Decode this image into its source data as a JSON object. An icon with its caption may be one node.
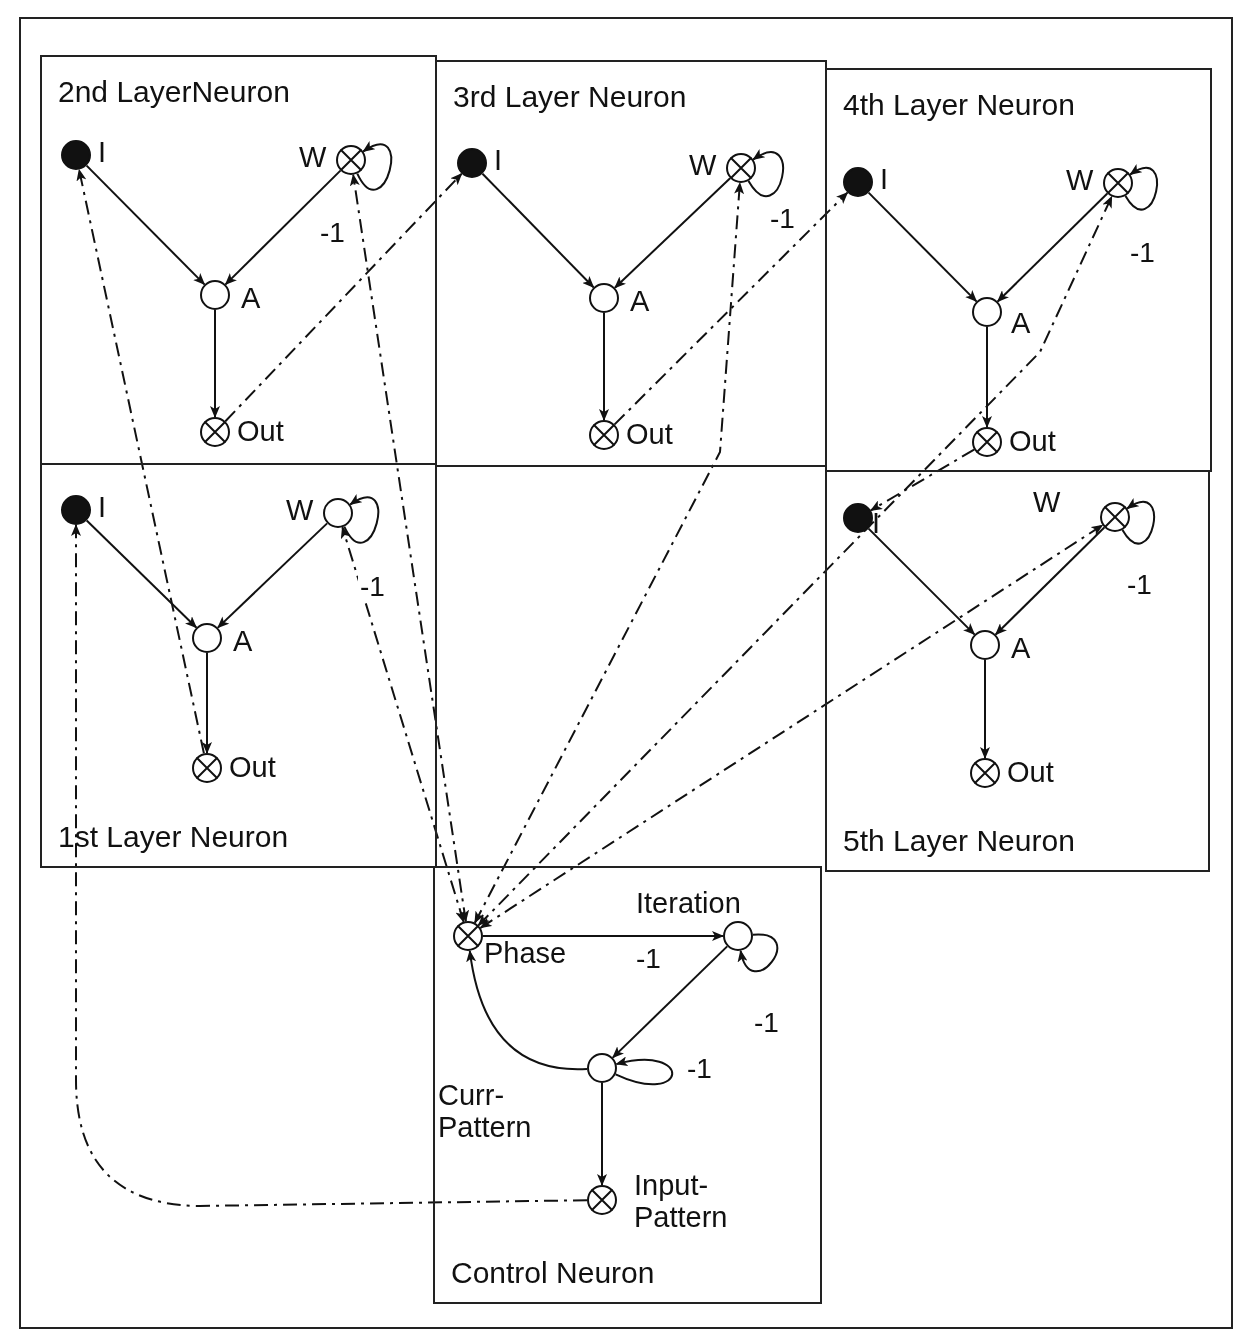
{
  "diagram": {
    "nodes": [
      {
        "text": [
          "2nd LayerNeuron"
        ]
      },
      {
        "text": [],
        "shape": "circle",
        "beside": [
          "I"
        ],
        "in": 0
      },
      {
        "text": [],
        "shape": "circle",
        "beside": [
          "W"
        ],
        "in": 0
      },
      {
        "text": [],
        "shape": "circle",
        "beside": [
          "A"
        ],
        "in": 0
      },
      {
        "text": [],
        "shape": "circle",
        "beside": [
          "Out"
        ],
        "in": 0
      },
      {
        "text": [
          "3rd Layer Neuron"
        ]
      },
      {
        "text": [],
        "shape": "circle",
        "beside": [
          "I"
        ],
        "in": 5
      },
      {
        "text": [],
        "shape": "circle",
        "beside": [
          "W"
        ],
        "in": 5
      },
      {
        "text": [],
        "shape": "circle",
        "beside": [
          "A"
        ],
        "in": 5
      },
      {
        "text": [],
        "shape": "circle",
        "beside": [
          "Out"
        ],
        "in": 5
      },
      {
        "text": [
          "4th Layer Neuron"
        ]
      },
      {
        "text": [],
        "shape": "circle",
        "beside": [
          "I"
        ],
        "in": 10
      },
      {
        "text": [],
        "shape": "circle",
        "beside": [
          "W"
        ],
        "in": 10
      },
      {
        "text": [],
        "shape": "circle",
        "beside": [
          "A"
        ],
        "in": 10
      },
      {
        "text": [],
        "shape": "circle",
        "beside": [
          "Out"
        ],
        "in": 10
      },
      {
        "text": [
          "1st Layer Neuron"
        ]
      },
      {
        "text": [],
        "shape": "circle",
        "beside": [
          "I"
        ],
        "in": 15
      },
      {
        "text": [],
        "shape": "circle",
        "beside": [
          "W"
        ],
        "in": 15
      },
      {
        "text": [],
        "shape": "circle",
        "beside": [
          "A"
        ],
        "in": 15
      },
      {
        "text": [],
        "shape": "circle",
        "beside": [
          "Out"
        ],
        "in": 15
      },
      {
        "text": [
          "5th Layer Neuron"
        ]
      },
      {
        "text": [],
        "shape": "circle",
        "beside": [
          "I"
        ],
        "in": 20
      },
      {
        "text": [],
        "shape": "circle",
        "beside": [
          "W"
        ],
        "in": 20
      },
      {
        "text": [],
        "shape": "circle",
        "beside": [
          "A"
        ],
        "in": 20
      },
      {
        "text": [],
        "shape": "circle",
        "beside": [
          "Out"
        ],
        "in": 20
      },
      {
        "text": [
          "Control Neuron"
        ]
      },
      {
        "text": [],
        "shape": "circle",
        "beside": [
          "Phase"
        ],
        "in": 25
      },
      {
        "text": [],
        "shape": "circle",
        "beside": [
          "Iteration"
        ],
        "in": 25
      },
      {
        "text": [],
        "shape": "circle",
        "beside": [
          "Curr- Pattern"
        ],
        "in": 25
      },
      {
        "text": [],
        "shape": "circle",
        "beside": [
          "Input- Pattern"
        ],
        "in": 25
      }
    ],
    "edges": [
      {
        "from": 1,
        "to": 3,
        "arrow": "to"
      },
      {
        "from": 2,
        "to": 3,
        "arrow": "to"
      },
      {
        "from": 3,
        "to": 4,
        "arrow": "to"
      },
      {
        "from": 2,
        "to": 2,
        "arrow": "to",
        "label": "-1"
      },
      {
        "from": 6,
        "to": 8,
        "arrow": "to"
      },
      {
        "from": 7,
        "to": 8,
        "arrow": "to"
      },
      {
        "from": 8,
        "to": 9,
        "arrow": "to"
      },
      {
        "from": 7,
        "to": 7,
        "arrow": "to",
        "label": "-1"
      },
      {
        "from": 11,
        "to": 13,
        "arrow": "to"
      },
      {
        "from": 12,
        "to": 13,
        "arrow": "to"
      },
      {
        "from": 13,
        "to": 14,
        "arrow": "to"
      },
      {
        "from": 12,
        "to": 12,
        "arrow": "to",
        "label": "-1"
      },
      {
        "from": 16,
        "to": 18,
        "arrow": "to"
      },
      {
        "from": 17,
        "to": 18,
        "arrow": "to"
      },
      {
        "from": 18,
        "to": 19,
        "arrow": "to"
      },
      {
        "from": 17,
        "to": 17,
        "arrow": "to",
        "label": "-1"
      },
      {
        "from": 21,
        "to": 23,
        "arrow": "to"
      },
      {
        "from": 22,
        "to": 23,
        "arrow": "to"
      },
      {
        "from": 23,
        "to": 24,
        "arrow": "to"
      },
      {
        "from": 22,
        "to": 22,
        "arrow": "to",
        "label": "-1"
      },
      {
        "from": 26,
        "to": 27,
        "arrow": "to",
        "label": "-1"
      },
      {
        "from": 27,
        "to": 27,
        "arrow": "to",
        "label": "-1"
      },
      {
        "from": 27,
        "to": 28,
        "arrow": "to"
      },
      {
        "from": 28,
        "to": 28,
        "arrow": "to",
        "label": "-1"
      },
      {
        "from": 28,
        "to": 26,
        "arrow": "to"
      },
      {
        "from": 28,
        "to": 29,
        "arrow": "to"
      },
      {
        "from": 29,
        "to": 16,
        "arrow": "to",
        "style": "dashed"
      },
      {
        "from": 19,
        "to": 1,
        "arrow": "to",
        "style": "dashed"
      },
      {
        "from": 4,
        "to": 6,
        "arrow": "to",
        "style": "dashed"
      },
      {
        "from": 9,
        "to": 11,
        "arrow": "to",
        "style": "dashed"
      },
      {
        "from": 14,
        "to": 21,
        "arrow": "to",
        "style": "dashed"
      },
      {
        "from": 26,
        "to": 17,
        "arrow": "both",
        "style": "dashed"
      },
      {
        "from": 26,
        "to": 2,
        "arrow": "both",
        "style": "dashed"
      },
      {
        "from": 26,
        "to": 7,
        "arrow": "both",
        "style": "dashed"
      },
      {
        "from": 26,
        "to": 12,
        "arrow": "both",
        "style": "dashed"
      },
      {
        "from": 26,
        "to": 22,
        "arrow": "both",
        "style": "dashed"
      }
    ]
  }
}
